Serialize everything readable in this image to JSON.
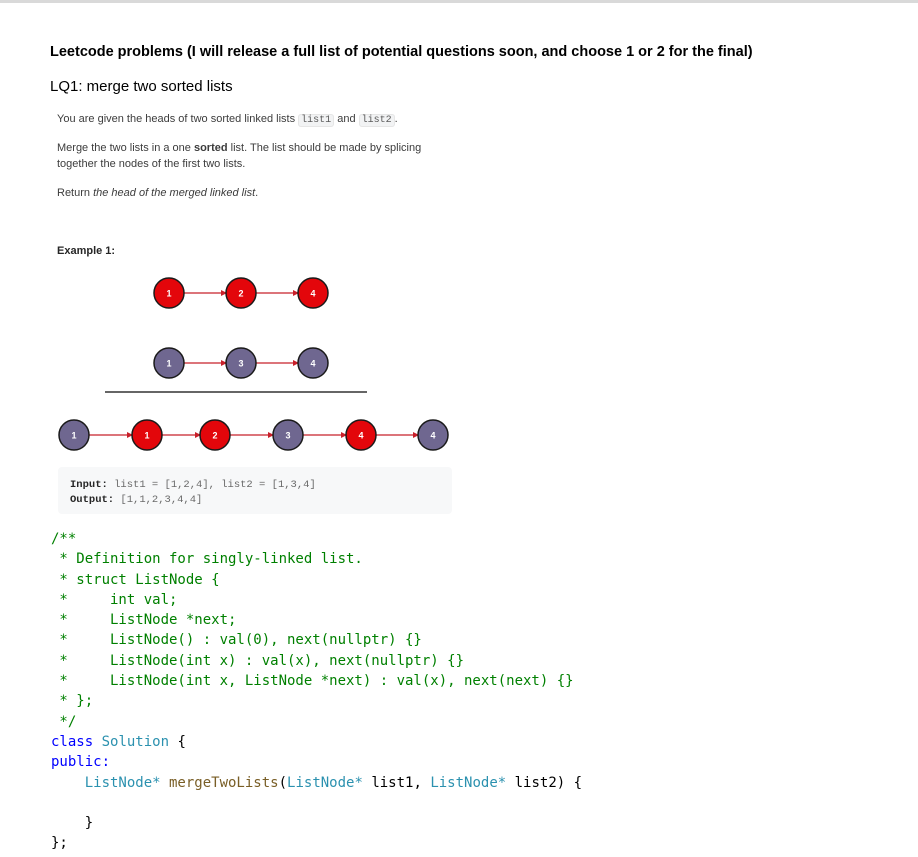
{
  "heading": "Leetcode problems (I will release a full list of potential questions soon, and choose 1 or 2 for the final)",
  "subheading": "LQ1: merge two sorted lists",
  "description": {
    "p1_prefix": "You are given the heads of two sorted linked lists ",
    "list1_code": "list1",
    "p1_and": " and ",
    "list2_code": "list2",
    "p1_suffix": ".",
    "p2_prefix": "Merge the two lists in a one ",
    "p2_bold": "sorted",
    "p2_suffix": " list. The list should be made by splicing together the nodes of the first two lists.",
    "p3_prefix": "Return ",
    "p3_italic": "the head of the merged linked list",
    "p3_suffix": "."
  },
  "example": {
    "title": "Example 1:",
    "input_label": "Input:",
    "input_value": " list1 = [1,2,4], list2 = [1,3,4]",
    "output_label": "Output:",
    "output_value": " [1,1,2,3,4,4]"
  },
  "diagram": {
    "colors": {
      "red": "#e3060b",
      "purple": "#6f6790",
      "arrow": "#c8202a",
      "divider": "#333333"
    },
    "list1_nodes": [
      "1",
      "2",
      "4"
    ],
    "list2_nodes": [
      "1",
      "3",
      "4"
    ],
    "merged_nodes": [
      {
        "label": "1",
        "color": "purple"
      },
      {
        "label": "1",
        "color": "red"
      },
      {
        "label": "2",
        "color": "red"
      },
      {
        "label": "3",
        "color": "purple"
      },
      {
        "label": "4",
        "color": "red"
      },
      {
        "label": "4",
        "color": "purple"
      }
    ]
  },
  "code": {
    "l01": "/**",
    "l02": " * Definition for singly-linked list.",
    "l03": " * struct ListNode {",
    "l04": " *     int val;",
    "l05": " *     ListNode *next;",
    "l06": " *     ListNode() : val(0), next(nullptr) {}",
    "l07": " *     ListNode(int x) : val(x), next(nullptr) {}",
    "l08": " *     ListNode(int x, ListNode *next) : val(x), next(next) {}",
    "l09": " * };",
    "l10": " */",
    "class_kw": "class",
    "class_name": " Solution",
    "class_brace": " {",
    "public_kw": "public:",
    "indent": "    ",
    "ret_type": "ListNode*",
    "fn_name": " mergeTwoLists",
    "paren_open": "(",
    "p1_type": "ListNode*",
    "p1_name": " list1, ",
    "p2_type": "ListNode*",
    "p2_name": " list2) {",
    "blank": " ",
    "close_fn": "    }",
    "close_class": "};"
  }
}
